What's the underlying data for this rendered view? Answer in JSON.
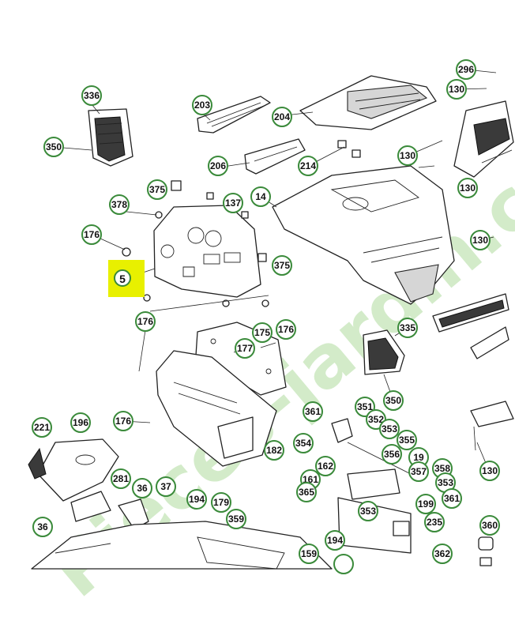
{
  "highlight": {
    "label": "5",
    "color": "#e8f000"
  },
  "watermark": {
    "text": "Pieces-jardin.com",
    "color": "#9fd48a"
  },
  "callout_color": "#3a8a3a",
  "callouts": [
    "296",
    "130",
    "336",
    "203",
    "204",
    "350",
    "130",
    "130",
    "206",
    "214",
    "375",
    "137",
    "14",
    "378",
    "176",
    "5",
    "375",
    "130",
    "176",
    "175",
    "177",
    "335",
    "176",
    "350",
    "361",
    "351",
    "352",
    "353",
    "355",
    "221",
    "196",
    "176",
    "354",
    "182",
    "356",
    "19",
    "357",
    "358",
    "353",
    "162",
    "281",
    "161",
    "36",
    "37",
    "194",
    "179",
    "361",
    "365",
    "199",
    "36",
    "359",
    "353",
    "235",
    "360",
    "194",
    "159",
    "362"
  ]
}
